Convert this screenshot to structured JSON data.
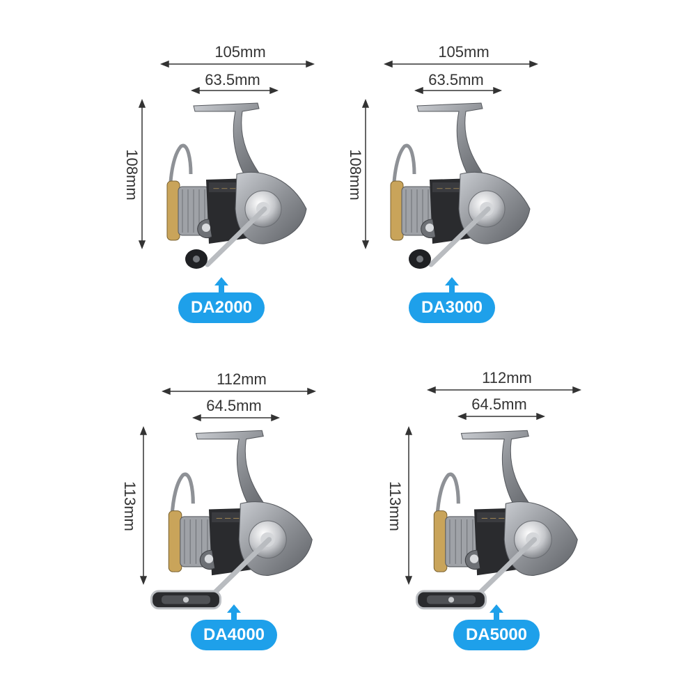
{
  "colors": {
    "badge": "#1ea0ea",
    "arrow": "#1ea0ea",
    "dimension_line": "#333333",
    "reel_body": "#8e9196",
    "reel_dark": "#2a2b2e",
    "spool_gold": "#c9a45a"
  },
  "reels": [
    {
      "model": "DA2000",
      "width": "105mm",
      "handle_length": "63.5mm",
      "height": "108mm",
      "knob": "round"
    },
    {
      "model": "DA3000",
      "width": "105mm",
      "handle_length": "63.5mm",
      "height": "108mm",
      "knob": "round"
    },
    {
      "model": "DA4000",
      "width": "112mm",
      "handle_length": "64.5mm",
      "height": "113mm",
      "knob": "paddle"
    },
    {
      "model": "DA5000",
      "width": "112mm",
      "handle_length": "64.5mm",
      "height": "113mm",
      "knob": "paddle"
    }
  ]
}
